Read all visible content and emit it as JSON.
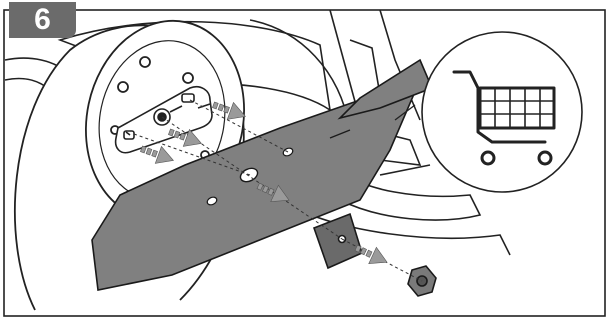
{
  "step": {
    "number": "6",
    "badge_color": "#6b6b6b"
  },
  "illustration": {
    "subject": "mower-blade-installation",
    "parts": [
      "wheel",
      "blade-spindle-mount",
      "mower-blade",
      "washer-plate",
      "hex-nut",
      "mower-deck"
    ],
    "callout_icon": "shopping-cart-icon",
    "arrow_icon": "dashed-arrow-icon"
  },
  "colors": {
    "blade": "#808080",
    "line": "#1a1a1a",
    "arrow": "#9a9a9a",
    "background": "#ffffff"
  }
}
